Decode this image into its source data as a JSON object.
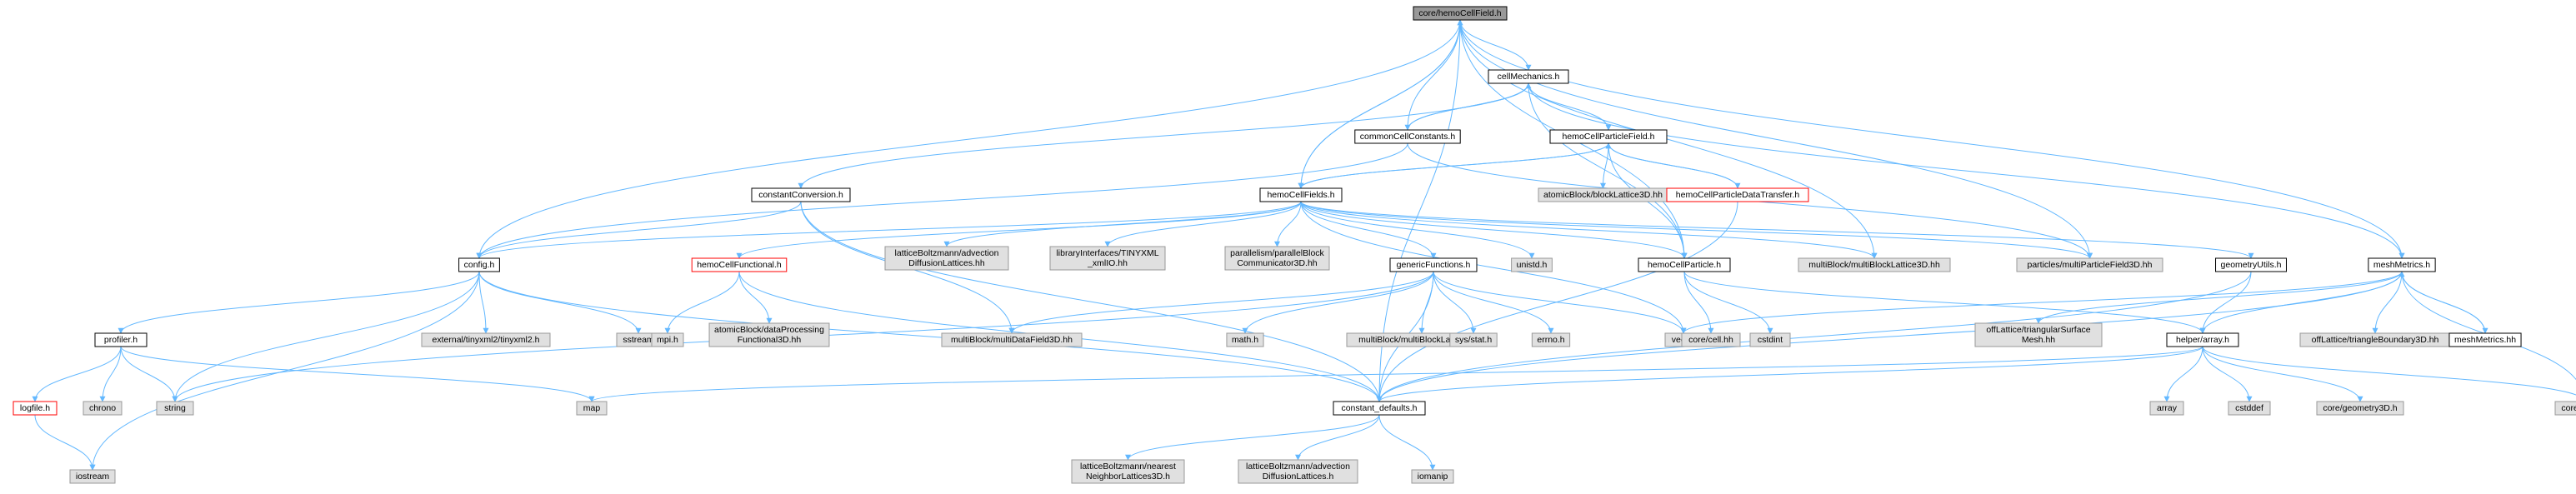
{
  "colors": {
    "edge": "#63b8ff",
    "fill_plain": "#ffffff",
    "fill_system": "#e0e0e0",
    "fill_root": "#999999",
    "border_plain": "#000000",
    "border_system": "#999999",
    "border_truncated": "#ff0000"
  },
  "nodes": [
    {
      "id": "hemoCellField",
      "lines": [
        "core/hemoCellField.h"
      ],
      "kind": "root"
    },
    {
      "id": "cellMechanics",
      "lines": [
        "cellMechanics.h"
      ],
      "kind": "plain"
    },
    {
      "id": "commonCellConstants",
      "lines": [
        "commonCellConstants.h"
      ],
      "kind": "plain"
    },
    {
      "id": "hemoCellParticleField",
      "lines": [
        "hemoCellParticleField.h"
      ],
      "kind": "plain"
    },
    {
      "id": "atomicBlockLattice3D",
      "lines": [
        "atomicBlock/blockLattice3D.hh"
      ],
      "kind": "system"
    },
    {
      "id": "hemoCellParticleDataTransfer",
      "lines": [
        "hemoCellParticleDataTransfer.h"
      ],
      "kind": "truncated"
    },
    {
      "id": "constantConversion",
      "lines": [
        "constantConversion.h"
      ],
      "kind": "plain"
    },
    {
      "id": "hemoCellFields",
      "lines": [
        "hemoCellFields.h"
      ],
      "kind": "plain"
    },
    {
      "id": "config",
      "lines": [
        "config.h"
      ],
      "kind": "plain"
    },
    {
      "id": "hemoCellFunctional",
      "lines": [
        "hemoCellFunctional.h"
      ],
      "kind": "truncated"
    },
    {
      "id": "advectionDiffusionLattices1",
      "lines": [
        "latticeBoltzmann/advection",
        "DiffusionLattices.hh"
      ],
      "kind": "system"
    },
    {
      "id": "tinyxmlIO",
      "lines": [
        "libraryInterfaces/TINYXML",
        "_xmlIO.hh"
      ],
      "kind": "system"
    },
    {
      "id": "parallelBlockCommunicator",
      "lines": [
        "parallelism/parallelBlock",
        "Communicator3D.hh"
      ],
      "kind": "system"
    },
    {
      "id": "genericFunctions",
      "lines": [
        "genericFunctions.h"
      ],
      "kind": "plain"
    },
    {
      "id": "unistd",
      "lines": [
        "unistd.h"
      ],
      "kind": "system"
    },
    {
      "id": "hemoCellParticle",
      "lines": [
        "hemoCellParticle.h"
      ],
      "kind": "plain"
    },
    {
      "id": "multiBlockLatticeHH",
      "lines": [
        "multiBlock/multiBlockLattice3D.hh"
      ],
      "kind": "system"
    },
    {
      "id": "multiParticleField",
      "lines": [
        "particles/multiParticleField3D.hh"
      ],
      "kind": "system"
    },
    {
      "id": "geometryUtils",
      "lines": [
        "geometryUtils.h"
      ],
      "kind": "plain"
    },
    {
      "id": "meshMetricsH",
      "lines": [
        "meshMetrics.h"
      ],
      "kind": "plain"
    },
    {
      "id": "profiler",
      "lines": [
        "profiler.h"
      ],
      "kind": "plain"
    },
    {
      "id": "tinyxml2",
      "lines": [
        "external/tinyxml2/tinyxml2.h"
      ],
      "kind": "system"
    },
    {
      "id": "sstream",
      "lines": [
        "sstream"
      ],
      "kind": "system"
    },
    {
      "id": "mpi",
      "lines": [
        "mpi.h"
      ],
      "kind": "system"
    },
    {
      "id": "dataProcessingFunctional",
      "lines": [
        "atomicBlock/dataProcessing",
        "Functional3D.hh"
      ],
      "kind": "system"
    },
    {
      "id": "multiDataField",
      "lines": [
        "multiBlock/multiDataField3D.hh"
      ],
      "kind": "system"
    },
    {
      "id": "mathH",
      "lines": [
        "math.h"
      ],
      "kind": "system"
    },
    {
      "id": "multiBlockLatticeH",
      "lines": [
        "multiBlock/multiBlockLattice3D.h"
      ],
      "kind": "system"
    },
    {
      "id": "sysStat",
      "lines": [
        "sys/stat.h"
      ],
      "kind": "system"
    },
    {
      "id": "errno",
      "lines": [
        "errno.h"
      ],
      "kind": "system"
    },
    {
      "id": "vector",
      "lines": [
        "vector"
      ],
      "kind": "system"
    },
    {
      "id": "coreCell",
      "lines": [
        "core/cell.hh"
      ],
      "kind": "system"
    },
    {
      "id": "cstdint",
      "lines": [
        "cstdint"
      ],
      "kind": "system"
    },
    {
      "id": "triangularSurfaceMesh",
      "lines": [
        "offLattice/triangularSurface",
        "Mesh.hh"
      ],
      "kind": "system"
    },
    {
      "id": "helperArray",
      "lines": [
        "helper/array.h"
      ],
      "kind": "plain"
    },
    {
      "id": "triangleBoundary",
      "lines": [
        "offLattice/triangleBoundary3D.hh"
      ],
      "kind": "system"
    },
    {
      "id": "meshMetricsHH",
      "lines": [
        "meshMetrics.hh"
      ],
      "kind": "plain"
    },
    {
      "id": "logfile",
      "lines": [
        "logfile.h"
      ],
      "kind": "truncated"
    },
    {
      "id": "chrono",
      "lines": [
        "chrono"
      ],
      "kind": "system"
    },
    {
      "id": "string",
      "lines": [
        "string"
      ],
      "kind": "system"
    },
    {
      "id": "map",
      "lines": [
        "map"
      ],
      "kind": "system"
    },
    {
      "id": "constantDefaults",
      "lines": [
        "constant_defaults.h"
      ],
      "kind": "plain"
    },
    {
      "id": "iostream",
      "lines": [
        "iostream"
      ],
      "kind": "system"
    },
    {
      "id": "array",
      "lines": [
        "array"
      ],
      "kind": "system"
    },
    {
      "id": "cstddef",
      "lines": [
        "cstddef"
      ],
      "kind": "system"
    },
    {
      "id": "coreGeometry",
      "lines": [
        "core/geometry3D.h"
      ],
      "kind": "system"
    },
    {
      "id": "coreArray",
      "lines": [
        "core/array.h"
      ],
      "kind": "system"
    },
    {
      "id": "nearestNeighbor",
      "lines": [
        "latticeBoltzmann/nearest",
        "NeighborLattices3D.h"
      ],
      "kind": "system"
    },
    {
      "id": "advectionDiffusionLattices2",
      "lines": [
        "latticeBoltzmann/advection",
        "DiffusionLattices.h"
      ],
      "kind": "system"
    },
    {
      "id": "iomanip",
      "lines": [
        "iomanip"
      ],
      "kind": "system"
    }
  ],
  "edges": [
    [
      "hemoCellField",
      "cellMechanics"
    ],
    [
      "hemoCellField",
      "config"
    ],
    [
      "hemoCellField",
      "constantDefaults"
    ],
    [
      "hemoCellField",
      "hemoCellFields"
    ],
    [
      "hemoCellField",
      "hemoCellParticle"
    ],
    [
      "hemoCellField",
      "multiBlockLatticeHH"
    ],
    [
      "hemoCellField",
      "multiParticleField"
    ],
    [
      "hemoCellField",
      "meshMetricsH"
    ],
    [
      "cellMechanics",
      "commonCellConstants"
    ],
    [
      "cellMechanics",
      "hemoCellParticleField"
    ],
    [
      "cellMechanics",
      "hemoCellParticle"
    ],
    [
      "cellMechanics",
      "meshMetricsH"
    ],
    [
      "cellMechanics",
      "constantConversion"
    ],
    [
      "commonCellConstants",
      "hemoCellField"
    ],
    [
      "commonCellConstants",
      "cellMechanics"
    ],
    [
      "commonCellConstants",
      "config"
    ],
    [
      "commonCellConstants",
      "multiParticleField"
    ],
    [
      "hemoCellParticleField",
      "hemoCellFields"
    ],
    [
      "hemoCellParticleField",
      "atomicBlockLattice3D"
    ],
    [
      "hemoCellParticleField",
      "hemoCellParticleDataTransfer"
    ],
    [
      "hemoCellParticleField",
      "hemoCellParticle"
    ],
    [
      "hemoCellParticleDataTransfer",
      "hemoCellParticleField"
    ],
    [
      "hemoCellParticleDataTransfer",
      "constantDefaults"
    ],
    [
      "constantConversion",
      "config"
    ],
    [
      "constantConversion",
      "multiDataField"
    ],
    [
      "constantConversion",
      "constantDefaults"
    ],
    [
      "hemoCellFields",
      "hemoCellField"
    ],
    [
      "hemoCellFields",
      "hemoCellParticleField"
    ],
    [
      "hemoCellFields",
      "config"
    ],
    [
      "hemoCellFields",
      "hemoCellFunctional"
    ],
    [
      "hemoCellFields",
      "advectionDiffusionLattices1"
    ],
    [
      "hemoCellFields",
      "tinyxmlIO"
    ],
    [
      "hemoCellFields",
      "parallelBlockCommunicator"
    ],
    [
      "hemoCellFields",
      "genericFunctions"
    ],
    [
      "hemoCellFields",
      "unistd"
    ],
    [
      "hemoCellFields",
      "hemoCellParticle"
    ],
    [
      "hemoCellFields",
      "multiBlockLatticeHH"
    ],
    [
      "hemoCellFields",
      "multiParticleField"
    ],
    [
      "hemoCellFields",
      "geometryUtils"
    ],
    [
      "hemoCellFields",
      "vector"
    ],
    [
      "config",
      "profiler"
    ],
    [
      "config",
      "tinyxml2"
    ],
    [
      "config",
      "sstream"
    ],
    [
      "config",
      "string"
    ],
    [
      "config",
      "iostream"
    ],
    [
      "config",
      "constantDefaults"
    ],
    [
      "hemoCellFunctional",
      "mpi"
    ],
    [
      "hemoCellFunctional",
      "dataProcessingFunctional"
    ],
    [
      "hemoCellFunctional",
      "constantDefaults"
    ],
    [
      "genericFunctions",
      "multiDataField"
    ],
    [
      "genericFunctions",
      "mathH"
    ],
    [
      "genericFunctions",
      "multiBlockLatticeH"
    ],
    [
      "genericFunctions",
      "sysStat"
    ],
    [
      "genericFunctions",
      "errno"
    ],
    [
      "genericFunctions",
      "vector"
    ],
    [
      "genericFunctions",
      "string"
    ],
    [
      "genericFunctions",
      "constantDefaults"
    ],
    [
      "hemoCellParticle",
      "coreCell"
    ],
    [
      "hemoCellParticle",
      "cstdint"
    ],
    [
      "hemoCellParticle",
      "helperArray"
    ],
    [
      "geometryUtils",
      "helperArray"
    ],
    [
      "geometryUtils",
      "constantDefaults"
    ],
    [
      "meshMetricsH",
      "vector"
    ],
    [
      "meshMetricsH",
      "triangularSurfaceMesh"
    ],
    [
      "meshMetricsH",
      "helperArray"
    ],
    [
      "meshMetricsH",
      "triangleBoundary"
    ],
    [
      "meshMetricsH",
      "meshMetricsHH"
    ],
    [
      "meshMetricsH",
      "coreArray"
    ],
    [
      "meshMetricsH",
      "constantDefaults"
    ],
    [
      "meshMetricsHH",
      "meshMetricsH"
    ],
    [
      "profiler",
      "logfile"
    ],
    [
      "profiler",
      "chrono"
    ],
    [
      "profiler",
      "string"
    ],
    [
      "profiler",
      "map"
    ],
    [
      "logfile",
      "iostream"
    ],
    [
      "helperArray",
      "array"
    ],
    [
      "helperArray",
      "cstddef"
    ],
    [
      "helperArray",
      "coreGeometry"
    ],
    [
      "helperArray",
      "coreArray"
    ],
    [
      "helperArray",
      "map"
    ],
    [
      "helperArray",
      "constantDefaults"
    ],
    [
      "constantDefaults",
      "nearestNeighbor"
    ],
    [
      "constantDefaults",
      "advectionDiffusionLattices2"
    ],
    [
      "constantDefaults",
      "iomanip"
    ]
  ]
}
